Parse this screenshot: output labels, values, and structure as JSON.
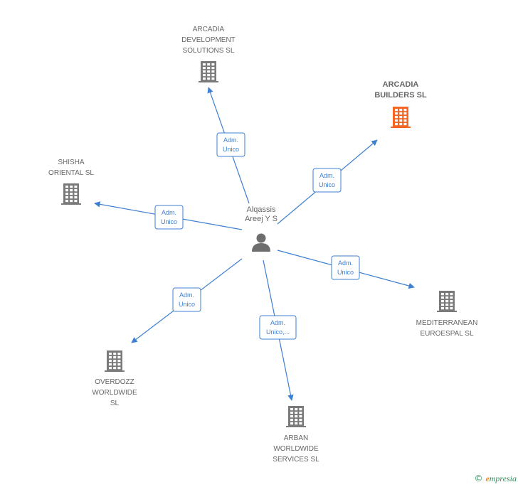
{
  "center": {
    "label_lines": [
      "Alqassis",
      "Areej Y S"
    ],
    "icon": "person-icon"
  },
  "companies": [
    {
      "id": "arcadia-development",
      "label_lines": [
        "ARCADIA",
        "DEVELOPMENT",
        "SOLUTIONS  SL"
      ],
      "icon": "building-icon",
      "highlight": false
    },
    {
      "id": "arcadia-builders",
      "label_lines": [
        "ARCADIA",
        "BUILDERS  SL"
      ],
      "icon": "building-icon",
      "highlight": true
    },
    {
      "id": "shisha-oriental",
      "label_lines": [
        "SHISHA",
        "ORIENTAL  SL"
      ],
      "icon": "building-icon",
      "highlight": false
    },
    {
      "id": "mediterranean-euroespal",
      "label_lines": [
        "MEDITERRANEAN",
        "EUROESPAL  SL"
      ],
      "icon": "building-icon",
      "highlight": false
    },
    {
      "id": "overdozz-worldwide",
      "label_lines": [
        "OVERDOZZ",
        "WORLDWIDE",
        "SL"
      ],
      "icon": "building-icon",
      "highlight": false
    },
    {
      "id": "arban-worldwide",
      "label_lines": [
        "ARBAN",
        "WORLDWIDE",
        "SERVICES  SL"
      ],
      "icon": "building-icon",
      "highlight": false
    }
  ],
  "edges": [
    {
      "target": "arcadia-development",
      "label_lines": [
        "Adm.",
        "Unico"
      ]
    },
    {
      "target": "arcadia-builders",
      "label_lines": [
        "Adm.",
        "Unico"
      ]
    },
    {
      "target": "shisha-oriental",
      "label_lines": [
        "Adm.",
        "Unico"
      ]
    },
    {
      "target": "mediterranean-euroespal",
      "label_lines": [
        "Adm.",
        "Unico"
      ]
    },
    {
      "target": "overdozz-worldwide",
      "label_lines": [
        "Adm.",
        "Unico"
      ]
    },
    {
      "target": "arban-worldwide",
      "label_lines": [
        "Adm.",
        "Unico,..."
      ]
    }
  ],
  "colors": {
    "edge": "#3d7fd1",
    "building": "#7a7a7a",
    "building_highlight": "#f26522",
    "person": "#6e6e6e"
  },
  "footer": {
    "copyright_symbol": "©",
    "brand_initial": "e",
    "brand_rest": "mpresia"
  }
}
